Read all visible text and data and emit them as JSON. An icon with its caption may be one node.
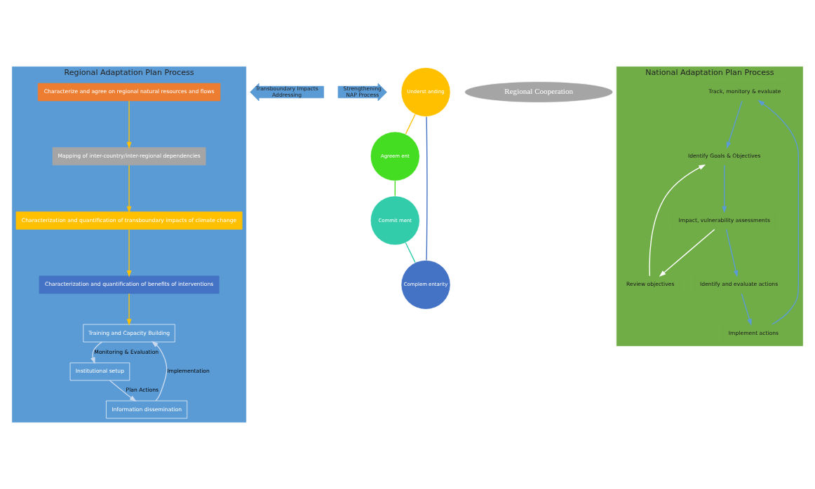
{
  "diagram": {
    "nodes": [
      {
        "text": [
          "Regional Adaptation Plan Process"
        ]
      },
      {
        "text": [
          "Characterize and agree on regional natural resources and flows"
        ],
        "in": 0
      },
      {
        "text": [
          "Mapping of inter-country/inter-regional dependencies"
        ],
        "in": 0
      },
      {
        "text": [
          "Characterization and quantification of transboundary impacts of climate change"
        ],
        "in": 0
      },
      {
        "text": [
          "Characterization and quantification of benefits of interventions"
        ],
        "in": 0
      },
      {
        "text": [
          "Training and Capacity Building"
        ],
        "in": 0
      },
      {
        "text": [
          "Institutional setup"
        ],
        "in": 0
      },
      {
        "text": [
          "Information dissemination"
        ],
        "in": 0
      },
      {
        "text": [
          "Transboundary Impacts",
          "Addressing"
        ]
      },
      {
        "text": [
          "Strengthening",
          "NAP Process"
        ]
      },
      {
        "text": [
          "Underst anding"
        ]
      },
      {
        "text": [
          "Complem entarity"
        ]
      },
      {
        "text": [
          "Regional Cooperation"
        ]
      },
      {
        "text": [
          "Agreem ent"
        ]
      },
      {
        "text": [
          "Commit ment"
        ]
      },
      {
        "text": [
          "National Adaptation Plan Process"
        ]
      },
      {
        "text": [
          "Track, monitory & evaluate"
        ],
        "in": 15
      },
      {
        "text": [
          "Identify Goals & Objectives"
        ],
        "in": 15
      },
      {
        "text": [
          "Review objectives"
        ],
        "in": 15
      },
      {
        "text": [
          "Implement actions"
        ],
        "in": 15
      },
      {
        "text": [
          "Impact, vulnerability assessments"
        ],
        "in": 15
      },
      {
        "text": [
          "Identify and evaluate actions"
        ],
        "in": 15
      }
    ],
    "edges": [
      {
        "from": 1,
        "to": 2,
        "arrow": "to",
        "color": "#ffc000"
      },
      {
        "from": 2,
        "to": 3,
        "arrow": "to",
        "color": "#ffc000"
      },
      {
        "from": 3,
        "to": 4,
        "arrow": "to",
        "color": "#ffc000"
      },
      {
        "from": 4,
        "to": 5,
        "arrow": "to",
        "color": "#ffc000"
      },
      {
        "from": 5,
        "to": 6,
        "arrow": "to",
        "label": "Monitoring & Evaluation",
        "color": "#c9d9ee"
      },
      {
        "from": 6,
        "to": 7,
        "arrow": "to",
        "label": "Plan Actions",
        "color": "#c9d9ee"
      },
      {
        "from": 7,
        "to": 5,
        "arrow": "to",
        "label": "Implementation",
        "color": "#c9d9ee"
      },
      {
        "from": 10,
        "to": 13,
        "arrow": "none",
        "color": "#ffc000"
      },
      {
        "from": 13,
        "to": 14,
        "arrow": "none",
        "color": "#44dd22"
      },
      {
        "from": 14,
        "to": 11,
        "arrow": "none",
        "color": "#33ccaa"
      },
      {
        "from": 11,
        "to": 10,
        "arrow": "none",
        "color": "#4472c4"
      },
      {
        "from": 16,
        "to": 17,
        "arrow": "to",
        "color": "#5b9bd5"
      },
      {
        "from": 17,
        "to": 20,
        "arrow": "to",
        "color": "#5b9bd5"
      },
      {
        "from": 20,
        "to": 21,
        "arrow": "to",
        "color": "#5b9bd5"
      },
      {
        "from": 21,
        "to": 19,
        "arrow": "to",
        "color": "#5b9bd5"
      },
      {
        "from": 19,
        "to": 16,
        "arrow": "to",
        "color": "#5b9bd5"
      },
      {
        "from": 20,
        "to": 18,
        "arrow": "to",
        "color": "#ffffff"
      },
      {
        "from": 18,
        "to": 17,
        "arrow": "to",
        "color": "#ffffff"
      }
    ]
  }
}
